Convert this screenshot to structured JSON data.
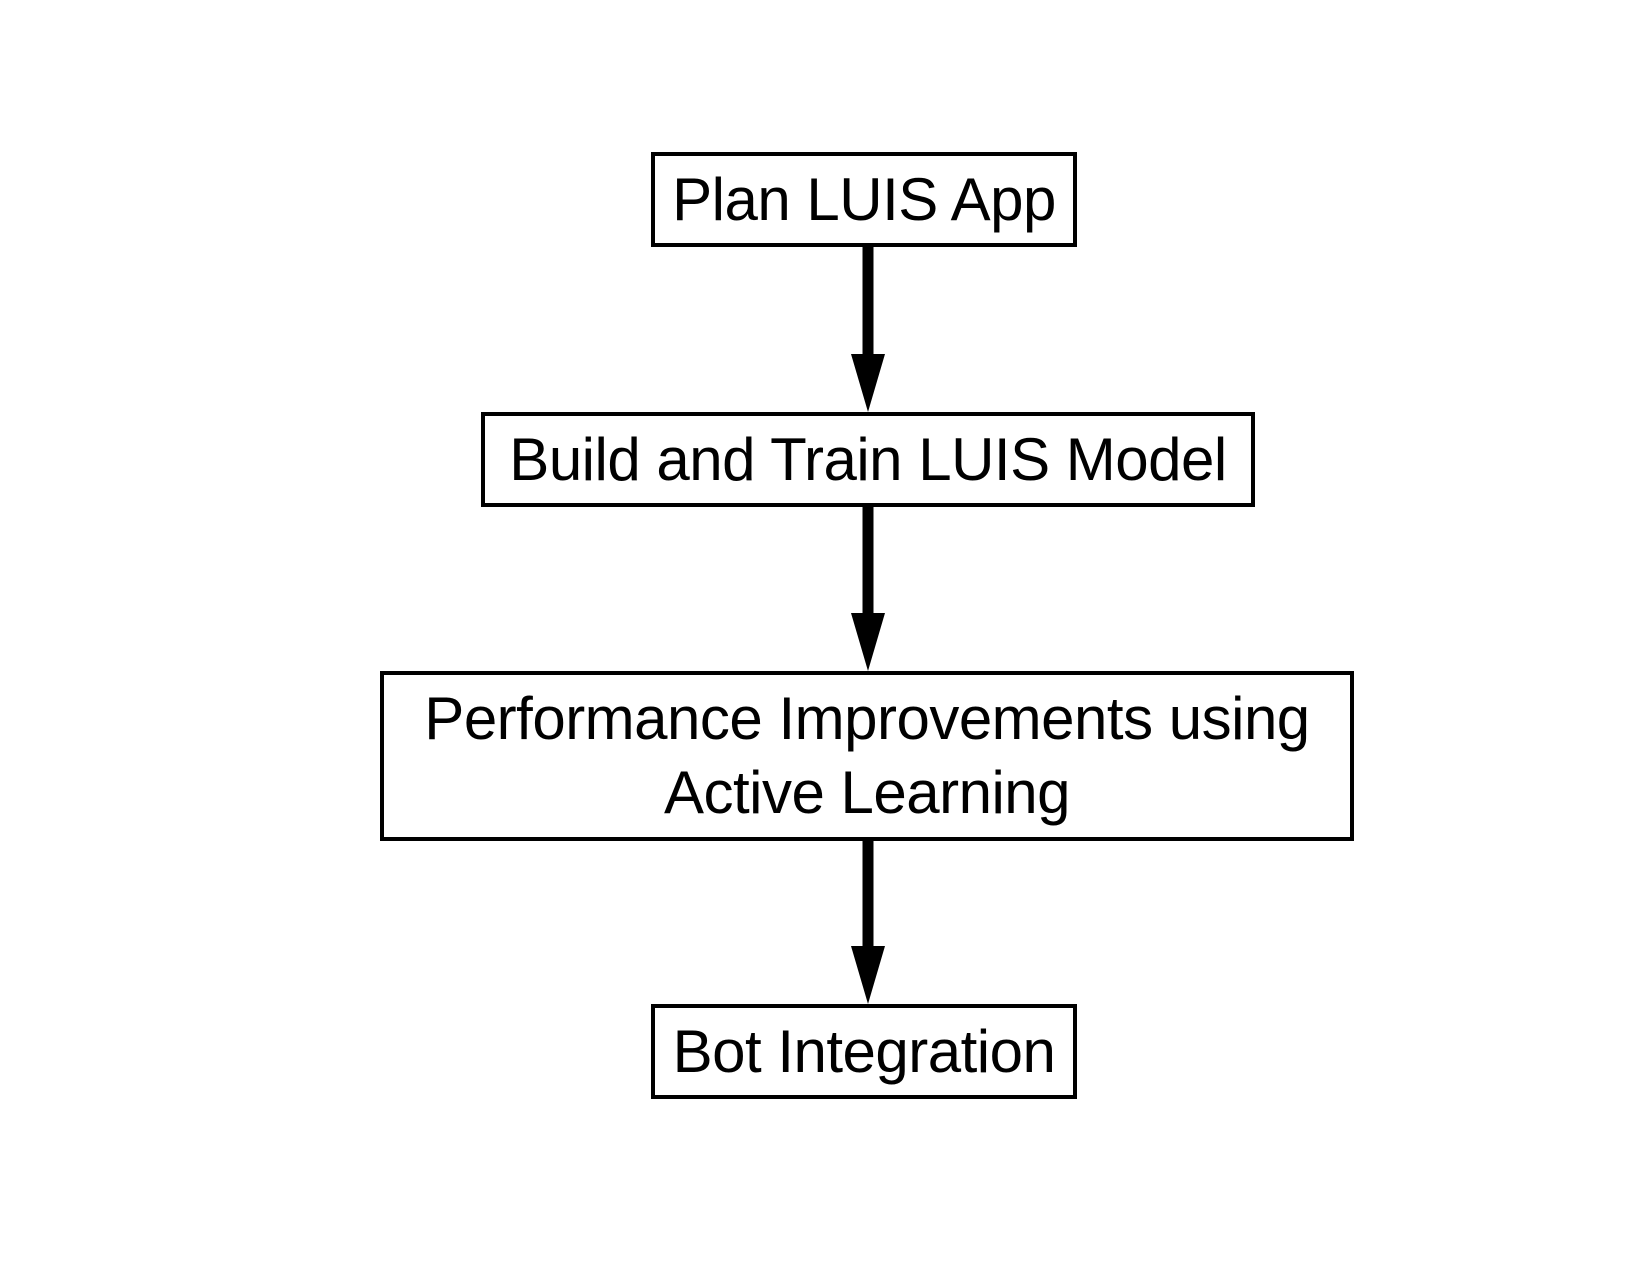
{
  "diagram": {
    "type": "flowchart",
    "colors": {
      "stroke": "#000000",
      "background": "#ffffff",
      "text": "#000000"
    },
    "nodes": [
      {
        "id": "plan",
        "label": "Plan LUIS App"
      },
      {
        "id": "build",
        "label": "Build and Train LUIS Model"
      },
      {
        "id": "improve",
        "label_lines": [
          "Performance Improvements using",
          "Active Learning"
        ]
      },
      {
        "id": "bot",
        "label": "Bot Integration"
      }
    ],
    "edges": [
      {
        "from": "plan",
        "to": "build"
      },
      {
        "from": "build",
        "to": "improve"
      },
      {
        "from": "improve",
        "to": "bot"
      }
    ]
  }
}
